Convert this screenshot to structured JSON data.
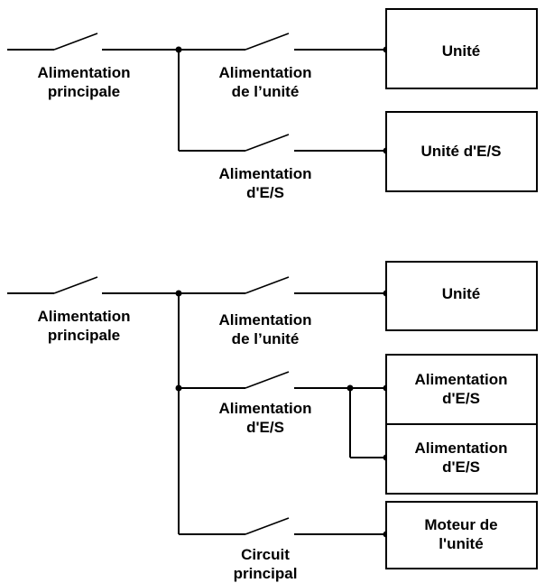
{
  "diagram_top": {
    "main_supply_label": [
      "Alimentation",
      "principale"
    ],
    "unit_supply_label": [
      "Alimentation",
      "de l’unité"
    ],
    "io_supply_label": [
      "Alimentation",
      "d'E/S"
    ],
    "unit_box_label": [
      "Unité"
    ],
    "io_unit_box_label": [
      "Unité d'E/S"
    ]
  },
  "diagram_bottom": {
    "main_supply_label": [
      "Alimentation",
      "principale"
    ],
    "unit_supply_label": [
      "Alimentation",
      "de l’unité"
    ],
    "io_supply_label": [
      "Alimentation",
      "d'E/S"
    ],
    "main_circuit_label": [
      "Circuit",
      "principal"
    ],
    "unit_box_label": [
      "Unité"
    ],
    "io_supply_box_1_label": [
      "Alimentation",
      "d'E/S"
    ],
    "io_supply_box_2_label": [
      "Alimentation",
      "d'E/S"
    ],
    "motor_box_label": [
      "Moteur de",
      "l'unité"
    ]
  }
}
